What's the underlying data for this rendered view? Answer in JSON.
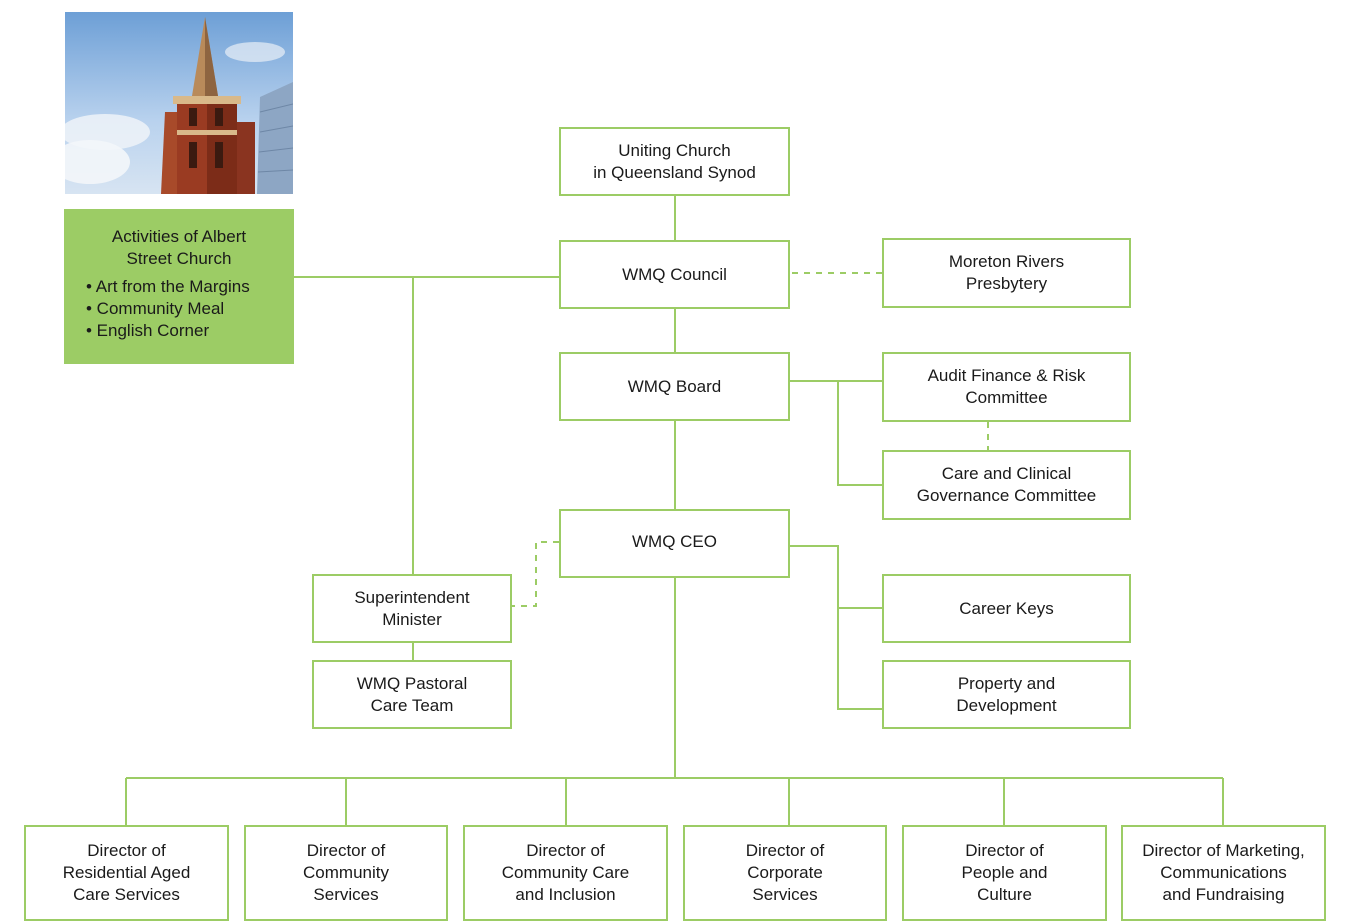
{
  "nodes": {
    "synod": [
      "Uniting Church",
      "in Queensland Synod"
    ],
    "council": [
      "WMQ Council"
    ],
    "presbytery": [
      "Moreton Rivers",
      "Presbytery"
    ],
    "board": [
      "WMQ Board"
    ],
    "audit": [
      "Audit Finance & Risk",
      "Committee"
    ],
    "care_gov": [
      "Care and Clinical",
      "Governance Committee"
    ],
    "ceo": [
      "WMQ CEO"
    ],
    "superintendent": [
      "Superintendent",
      "Minister"
    ],
    "pastoral": [
      "WMQ Pastoral",
      "Care Team"
    ],
    "career_keys": [
      "Career Keys"
    ],
    "property": [
      "Property and",
      "Development"
    ],
    "directors": [
      [
        "Director of",
        "Residential Aged",
        "Care Services"
      ],
      [
        "Director of",
        "Community",
        "Services"
      ],
      [
        "Director of",
        "Community Care",
        "and Inclusion"
      ],
      [
        "Director of",
        "Corporate",
        "Services"
      ],
      [
        "Director of",
        "People and",
        "Culture"
      ],
      [
        "Director of Marketing,",
        "Communications",
        "and Fundraising"
      ]
    ]
  },
  "activities": {
    "title": [
      "Activities of Albert",
      "Street Church"
    ],
    "items": [
      "• Art from the Margins",
      "• Community Meal",
      "• English Corner"
    ]
  },
  "photo": {
    "subject": "church-spire-photo"
  },
  "colors": {
    "accent": "#9ccc65",
    "box_fill": "#ffffff",
    "text": "#1a1a1a"
  }
}
